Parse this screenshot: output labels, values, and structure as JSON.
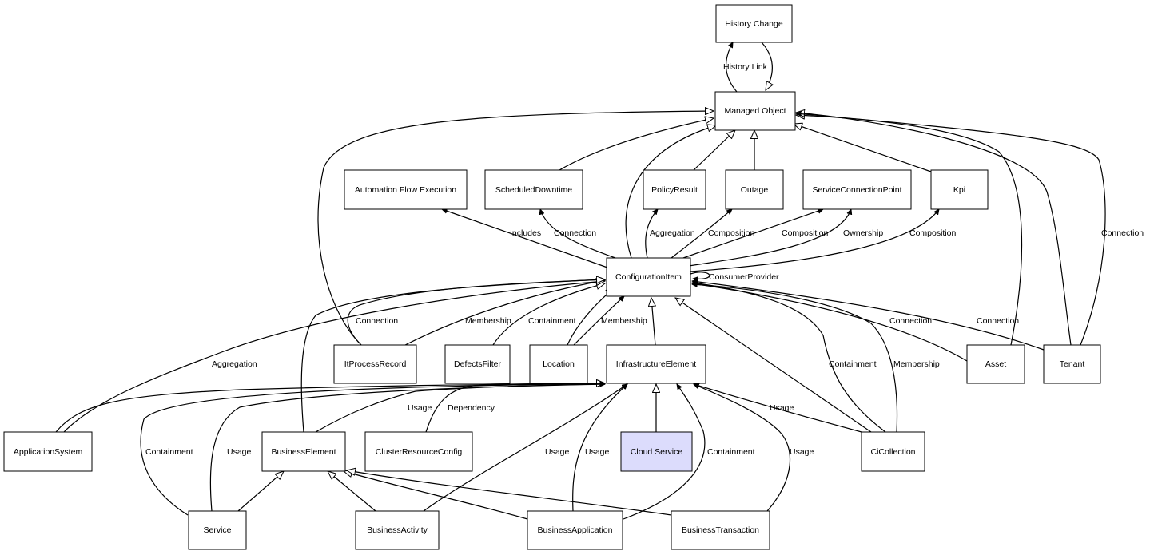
{
  "nodes": {
    "history_change": "History Change",
    "managed_object": "Managed Object",
    "automation_flow_execution": "Automation Flow Execution",
    "scheduled_downtime": "ScheduledDowntime",
    "policy_result": "PolicyResult",
    "outage": "Outage",
    "service_connection_point": "ServiceConnectionPoint",
    "kpi": "Kpi",
    "configuration_item": "ConfigurationItem",
    "it_process_record": "ItProcessRecord",
    "defects_filter": "DefectsFilter",
    "location": "Location",
    "infrastructure_element": "InfrastructureElement",
    "asset": "Asset",
    "tenant": "Tenant",
    "application_system": "ApplicationSystem",
    "business_element": "BusinessElement",
    "cluster_resource_config": "ClusterResourceConfig",
    "cloud_service": "Cloud Service",
    "ci_collection": "CiCollection",
    "service": "Service",
    "business_activity": "BusinessActivity",
    "business_application": "BusinessApplication",
    "business_transaction": "BusinessTransaction"
  },
  "edge_labels": {
    "history_link": "History Link",
    "includes": "Includes",
    "connection_sd": "Connection",
    "aggregation_pr": "Aggregation",
    "composition_outage": "Composition",
    "composition_scp": "Composition",
    "ownership": "Ownership",
    "composition_kpi": "Composition",
    "consumer_provider": "ConsumerProvider",
    "connection_tenant_mo": "Connection",
    "connection_itpr": "Connection",
    "membership_itpr": "Membership",
    "containment_df": "Containment",
    "membership_loc": "Membership",
    "connection_asset": "Connection",
    "connection_tenant": "Connection",
    "aggregation_as": "Aggregation",
    "containment_cicoll": "Containment",
    "membership_cicoll": "Membership",
    "usage_be": "Usage",
    "dependency": "Dependency",
    "usage_cicoll": "Usage",
    "containment_service": "Containment",
    "usage_service": "Usage",
    "usage_bact": "Usage",
    "usage_bapp": "Usage",
    "containment_bapp": "Containment",
    "usage_btrans": "Usage"
  },
  "colors": {
    "highlight_fill": "#dcdcfc",
    "node_fill": "#ffffff",
    "stroke": "#000000"
  }
}
